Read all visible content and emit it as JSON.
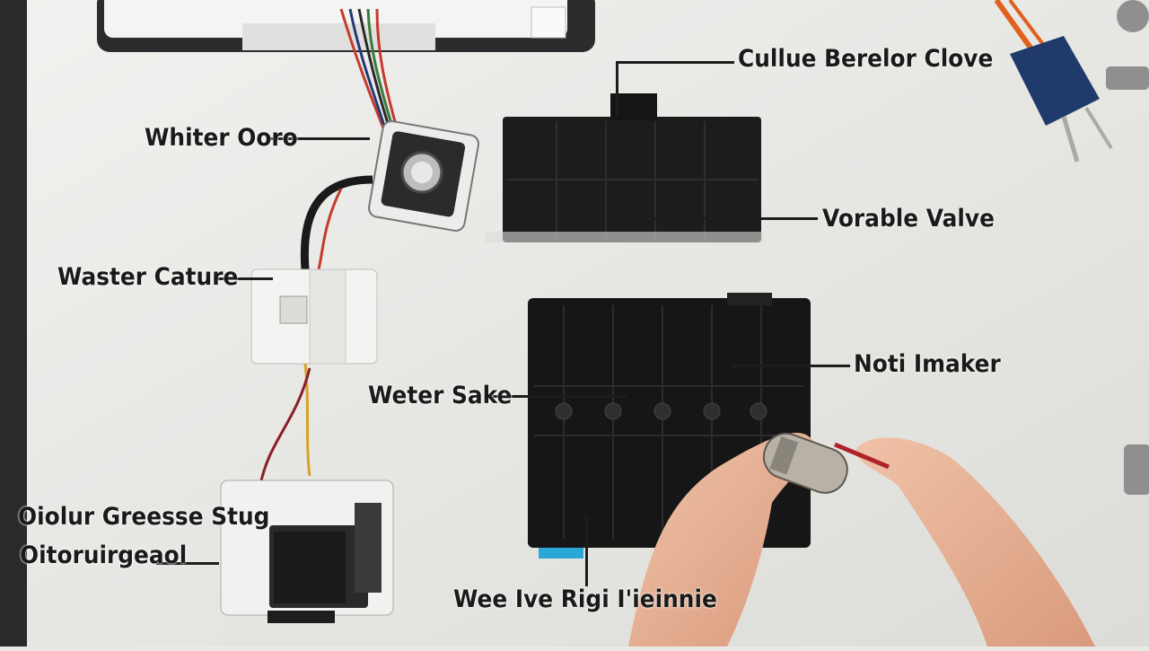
{
  "photo": {
    "description_icon": "repair-bench-photo",
    "background_color": "#e9e9e6"
  },
  "callouts": {
    "top_right": "Cullue Berelor Clove",
    "water_coro": "Whiter Ooro",
    "movable_valve": "Vorable Valve",
    "waster_cature": "Waster Cature",
    "noti_imaker": "Noti Imaker",
    "water_take": "Weter Sake",
    "bottom_left_line1": "Oiolur Greesse Stug",
    "bottom_left_line2": "Oitoruirgeaol",
    "bottom_center": "Wee Ive Rigi I'ieinnie"
  }
}
